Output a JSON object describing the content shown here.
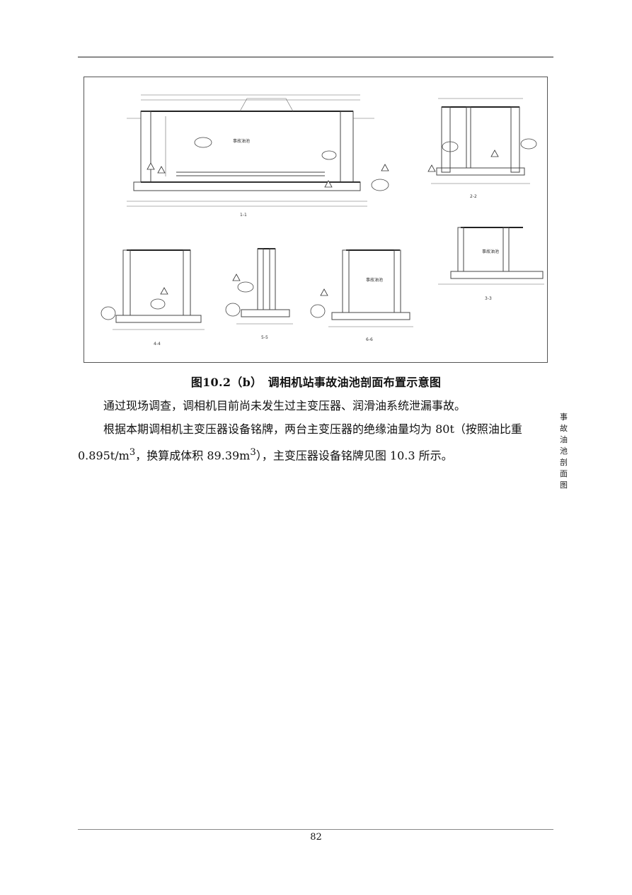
{
  "figure": {
    "caption": "图10.2（b）　调相机站事故油池剖面布置示意图",
    "drawing_title": "事故油池剖面图",
    "section_labels": [
      "1-1",
      "2-2",
      "3-3",
      "4-4",
      "5-5",
      "6-6"
    ]
  },
  "paragraph1": "通过现场调查，调相机目前尚未发生过主变压器、润滑油系统泄漏事故。",
  "paragraph2": {
    "before_1": "根据本期调相机主变压器设备铭牌，两台主变压器的绝缘油量均为 80t（按照油比重 0.895t/m",
    "sup_1": "3",
    "middle": "，换算成体积 89.39m",
    "sup_2": "3",
    "after": "），主变压器设备铭牌见图 10.3 所示。"
  },
  "page_number": "82"
}
